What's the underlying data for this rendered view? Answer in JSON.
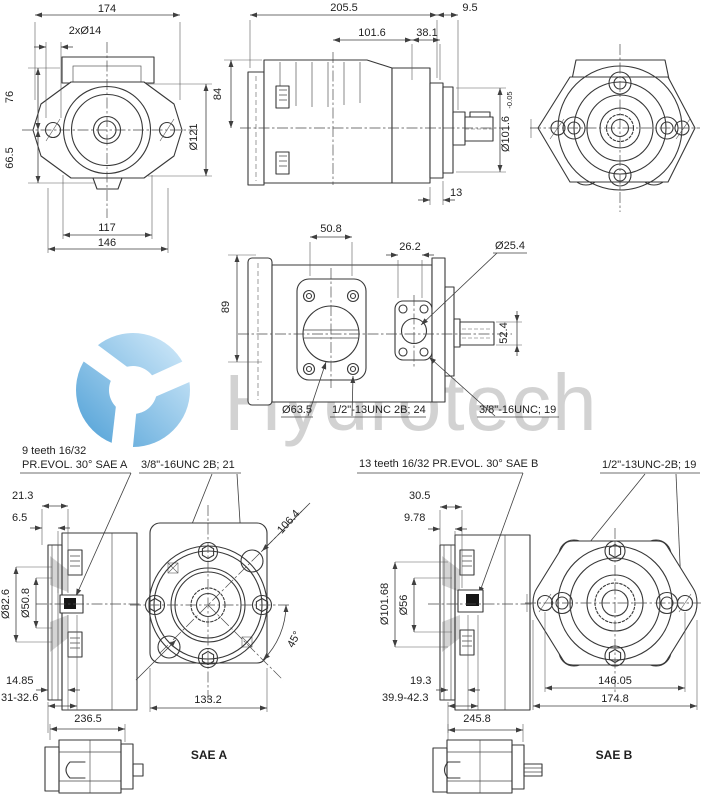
{
  "watermark": {
    "brand": "Hydrotech"
  },
  "front_view": {
    "width_total": "174",
    "bolt_holes": "2xØ14",
    "height_upper": "76",
    "height_lower": "66.5",
    "flange_dia": "Ø121",
    "bolt_span": "117",
    "width_lower": "146"
  },
  "side_view": {
    "length_total": "205.5",
    "rear_offset": "9.5",
    "body_len": "101.6",
    "rear_len": "38.1",
    "pilot_dia": "Ø101.6",
    "pilot_tol": "-0.05",
    "rear_w": "13",
    "height": "84"
  },
  "port_view": {
    "port_span": "50.8",
    "side_port_w": "26.2",
    "side_port_dia": "Ø25.4",
    "port_h": "89",
    "shaft_h": "52.4",
    "main_port_dia": "Ø63.5",
    "main_thread": "1/2\"-13UNC 2B; 24",
    "side_thread": "3/8\"-16UNC; 19"
  },
  "sae_a": {
    "spline1": "9 teeth 16/32",
    "spline2": "PR.EVOL. 30° SAE A",
    "thread": "3/8\"-16UNC 2B; 21",
    "l21_3": "21.3",
    "l6_5": "6.5",
    "d82_6": "Ø82.6",
    "d50_8": "Ø50.8",
    "l14_85": "14.85",
    "l31_32": "31-32.6",
    "l236_5": "236.5",
    "l133_2": "133.2",
    "l106_4": "106.4",
    "a45": "45°",
    "name": "SAE A"
  },
  "sae_b": {
    "spline": "13 teeth 16/32 PR.EVOL. 30°  SAE B",
    "thread": "1/2\"-13UNC-2B; 19",
    "l30_5": "30.5",
    "l9_78": "9.78",
    "d101_68": "Ø101.68",
    "d56": "Ø56",
    "l19_3": "19.3",
    "l39_9": "39.9-42.3",
    "l245_8": "245.8",
    "l146_05": "146.05",
    "l174_8": "174.8",
    "name": "SAE B"
  }
}
